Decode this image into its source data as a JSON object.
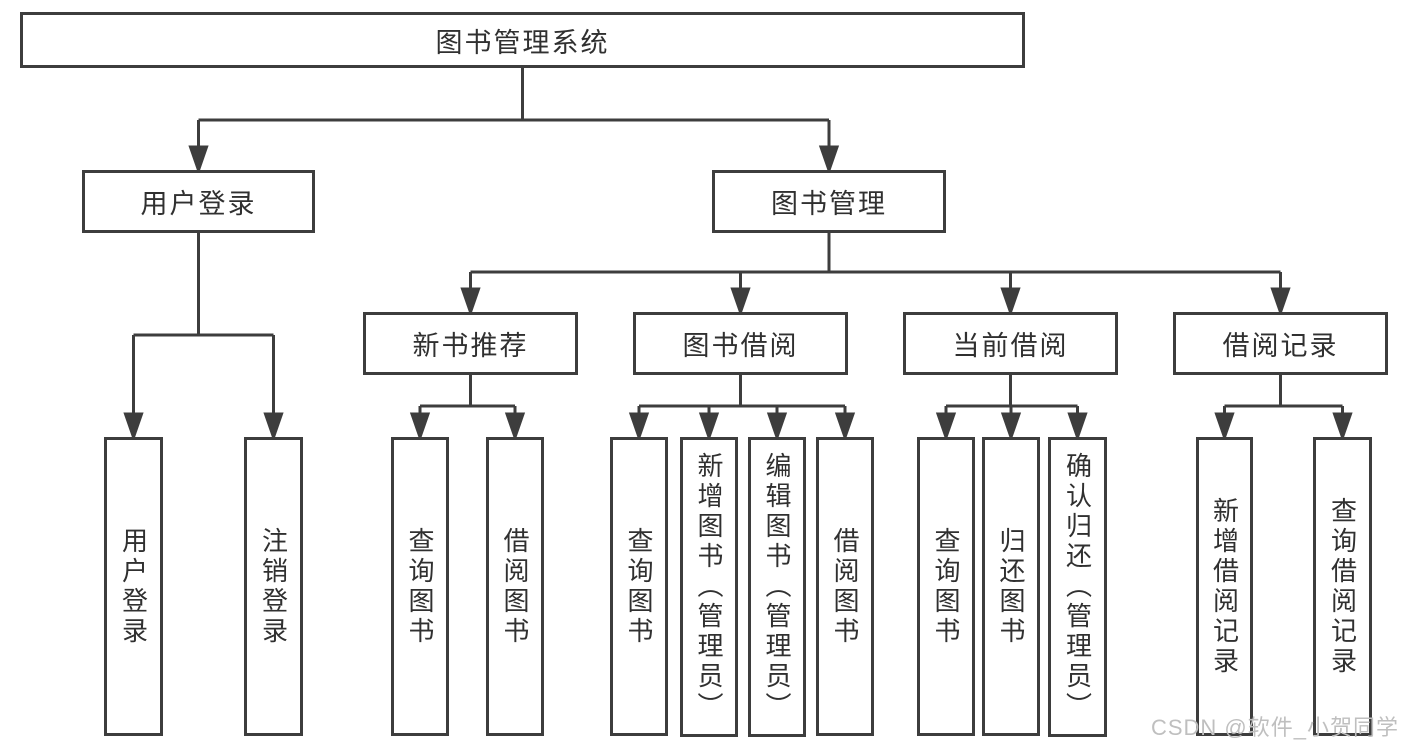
{
  "diagram": {
    "type": "hierarchy-tree",
    "colors": {
      "line": "#3d3d3d",
      "text": "#303030",
      "background": "#ffffff",
      "watermark": "#bfbfbf"
    },
    "nodes": {
      "root": {
        "label": "图书管理系统"
      },
      "level2": [
        {
          "label": "用户登录"
        },
        {
          "label": "图书管理"
        }
      ],
      "level3": [
        {
          "label": "新书推荐",
          "parent": "图书管理"
        },
        {
          "label": "图书借阅",
          "parent": "图书管理"
        },
        {
          "label": "当前借阅",
          "parent": "图书管理"
        },
        {
          "label": "借阅记录",
          "parent": "图书管理"
        }
      ],
      "leaves": [
        {
          "label": "用户登录",
          "parent": "用户登录"
        },
        {
          "label": "注销登录",
          "parent": "用户登录"
        },
        {
          "label": "查询图书",
          "parent": "新书推荐"
        },
        {
          "label": "借阅图书",
          "parent": "新书推荐"
        },
        {
          "label": "查询图书",
          "parent": "图书借阅"
        },
        {
          "label": "新增图书（管理员）",
          "parent": "图书借阅"
        },
        {
          "label": "编辑图书（管理员）",
          "parent": "图书借阅"
        },
        {
          "label": "借阅图书",
          "parent": "图书借阅"
        },
        {
          "label": "查询图书",
          "parent": "当前借阅"
        },
        {
          "label": "归还图书",
          "parent": "当前借阅"
        },
        {
          "label": "确认归还（管理员）",
          "parent": "当前借阅"
        },
        {
          "label": "新增借阅记录",
          "parent": "借阅记录"
        },
        {
          "label": "查询借阅记录",
          "parent": "借阅记录"
        }
      ]
    },
    "watermark": {
      "text": "CSDN @软件_小贺同学"
    }
  }
}
